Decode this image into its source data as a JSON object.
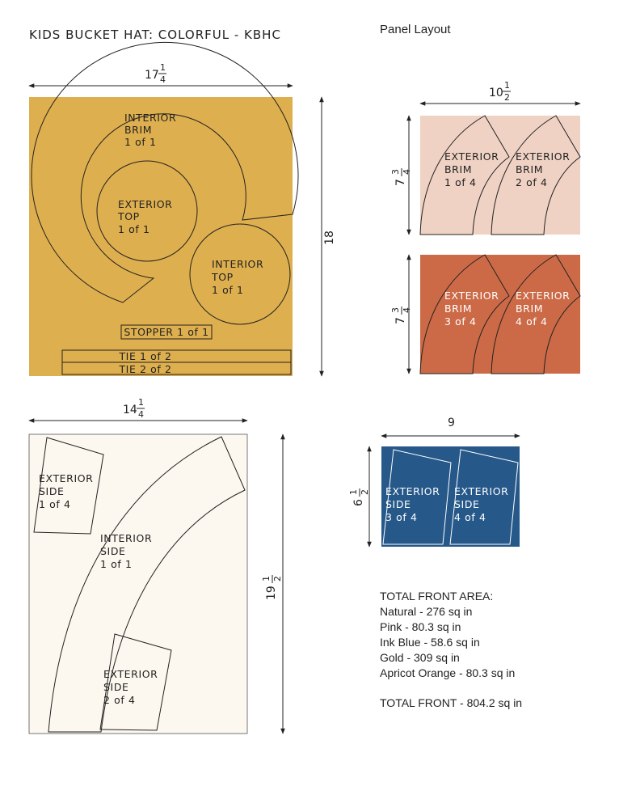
{
  "title": "KIDS BUCKET HAT: COLORFUL - KBHC",
  "panel_layout_label": "Panel Layout",
  "colors": {
    "gold": "#DEAF4E",
    "pink": "#EFD2C4",
    "apricot_orange": "#CC6A47",
    "ink_blue": "#265889",
    "natural": "#FCF8EF",
    "line": "#222222"
  },
  "gold_panel": {
    "dims": {
      "width": "17",
      "width_frac": [
        "1",
        "4"
      ],
      "height": "18"
    },
    "pieces": {
      "interior_brim": [
        "INTERIOR",
        "BRIM",
        "1 of 1"
      ],
      "exterior_top": [
        "EXTERIOR",
        "TOP",
        "1 of 1"
      ],
      "interior_top": [
        "INTERIOR",
        "TOP",
        "1 of 1"
      ],
      "stopper": "STOPPER 1 of 1",
      "tie_1": "TIE 1 of 2",
      "tie_2": "TIE 2 of 2"
    }
  },
  "pink_panel": {
    "dims": {
      "width": "10",
      "width_frac": [
        "1",
        "2"
      ],
      "height": "7",
      "height_frac": [
        "3",
        "4"
      ]
    },
    "pieces": {
      "brim_1": [
        "EXTERIOR",
        "BRIM",
        "1 of 4"
      ],
      "brim_2": [
        "EXTERIOR",
        "BRIM",
        "2 of 4"
      ]
    }
  },
  "orange_panel": {
    "dims": {
      "height": "7",
      "height_frac": [
        "3",
        "4"
      ]
    },
    "pieces": {
      "brim_3": [
        "EXTERIOR",
        "BRIM",
        "3 of 4"
      ],
      "brim_4": [
        "EXTERIOR",
        "BRIM",
        "4 of 4"
      ]
    }
  },
  "natural_panel": {
    "dims": {
      "width": "14",
      "width_frac": [
        "1",
        "4"
      ],
      "height": "19",
      "height_frac": [
        "1",
        "2"
      ]
    },
    "pieces": {
      "side_1": [
        "EXTERIOR",
        "SIDE",
        "1 of 4"
      ],
      "interior_side": [
        "INTERIOR",
        "SIDE",
        "1 of 1"
      ],
      "side_2": [
        "EXTERIOR",
        "SIDE",
        "2 of 4"
      ]
    }
  },
  "blue_panel": {
    "dims": {
      "width": "9",
      "height": "6",
      "height_frac": [
        "1",
        "2"
      ]
    },
    "pieces": {
      "side_3": [
        "EXTERIOR",
        "SIDE",
        "3 of 4"
      ],
      "side_4": [
        "EXTERIOR",
        "SIDE",
        "4 of 4"
      ]
    }
  },
  "totals": {
    "heading": "TOTAL FRONT AREA:",
    "lines": [
      "Natural -  276 sq in",
      "Pink -  80.3 sq in",
      "Ink Blue - 58.6 sq in",
      "Gold - 309 sq in",
      "Apricot Orange - 80.3 sq in"
    ],
    "total": "TOTAL FRONT - 804.2 sq in"
  }
}
